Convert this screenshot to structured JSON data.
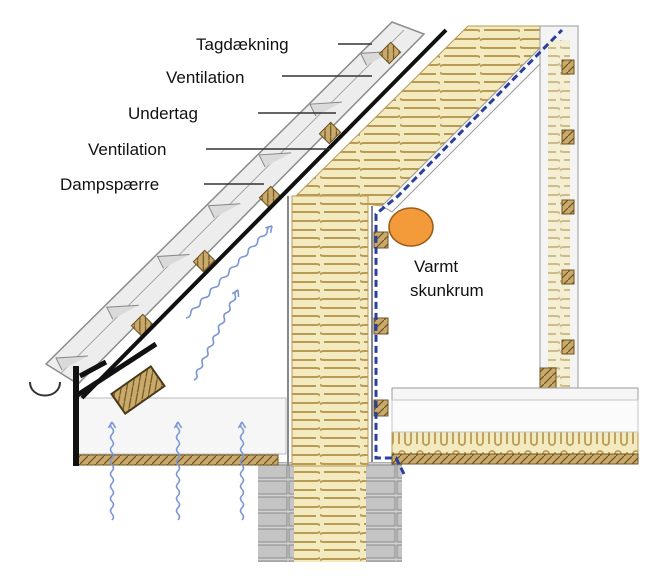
{
  "labels": {
    "roofing": "Tagdækning",
    "ventilation_upper": "Ventilation",
    "underlay": "Undertag",
    "ventilation_lower": "Ventilation",
    "vapor_barrier": "Dampspærre"
  },
  "callout": {
    "line1": "Varmt",
    "line2": "skunkrum",
    "marker_color": "#F39A3A"
  },
  "colors": {
    "insulation": "#F4EAC0",
    "timber": "#C9AA6A",
    "airflow": "#7C97D3",
    "vapor_barrier": "#2B3F9E",
    "masonry": "#CFCFCF",
    "roof_tile": "#E6E6E6"
  }
}
